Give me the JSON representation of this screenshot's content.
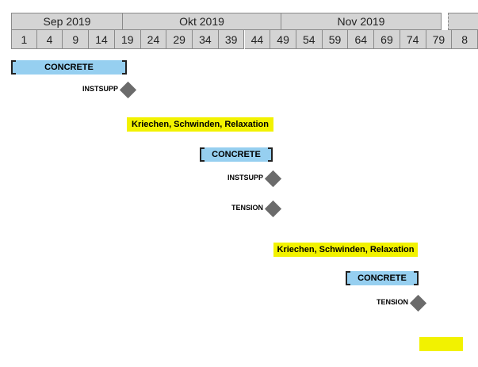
{
  "timeline": {
    "months": [
      {
        "label": "Sep 2019"
      },
      {
        "label": "Okt 2019"
      },
      {
        "label": "Nov 2019"
      },
      {
        "label": ""
      }
    ],
    "days": [
      "1",
      "4",
      "9",
      "14",
      "19",
      "24",
      "29",
      "34",
      "39",
      "44",
      "49",
      "54",
      "59",
      "64",
      "69",
      "74",
      "79",
      "8"
    ]
  },
  "tasks": [
    {
      "type": "bar",
      "style": "concrete",
      "label": "CONCRETE"
    },
    {
      "type": "milestone",
      "label": "INSTSUPP"
    },
    {
      "type": "bar",
      "style": "creep",
      "label": "Kriechen, Schwinden, Relaxation"
    },
    {
      "type": "bar",
      "style": "concrete",
      "label": "CONCRETE"
    },
    {
      "type": "milestone",
      "label": "INSTSUPP"
    },
    {
      "type": "milestone",
      "label": "TENSION"
    },
    {
      "type": "bar",
      "style": "creep",
      "label": "Kriechen, Schwinden, Relaxation"
    },
    {
      "type": "bar",
      "style": "concrete",
      "label": "CONCRETE"
    },
    {
      "type": "milestone",
      "label": "TENSION"
    },
    {
      "type": "bar",
      "style": "creep",
      "label": ""
    }
  ],
  "colors": {
    "concrete": "#96cff0",
    "creep": "#f2f200",
    "milestone": "#6b6b6b",
    "header": "#d4d4d4"
  }
}
